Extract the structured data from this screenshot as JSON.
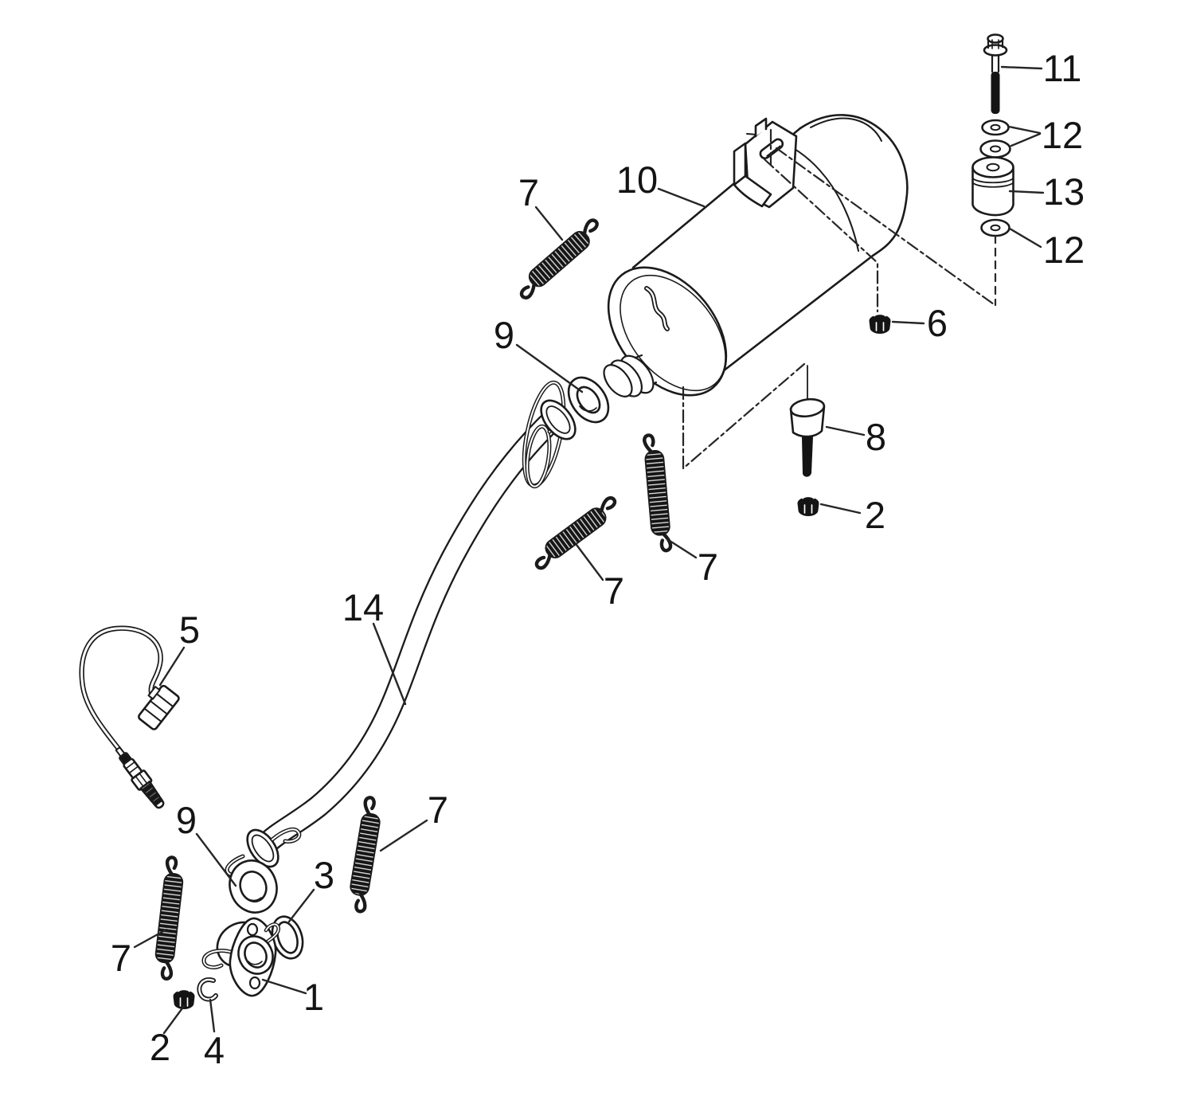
{
  "page": {
    "background": "#ffffff",
    "ink": "#1b1b1b"
  },
  "callouts": [
    {
      "label": "11"
    },
    {
      "label": "12"
    },
    {
      "label": "13"
    },
    {
      "label": "12"
    },
    {
      "label": "6"
    },
    {
      "label": "10"
    },
    {
      "label": "7"
    },
    {
      "label": "9"
    },
    {
      "label": "8"
    },
    {
      "label": "2"
    },
    {
      "label": "7"
    },
    {
      "label": "7"
    },
    {
      "label": "14"
    },
    {
      "label": "5"
    },
    {
      "label": "9"
    },
    {
      "label": "7"
    },
    {
      "label": "3"
    },
    {
      "label": "7"
    },
    {
      "label": "1"
    },
    {
      "label": "2"
    },
    {
      "label": "4"
    }
  ]
}
